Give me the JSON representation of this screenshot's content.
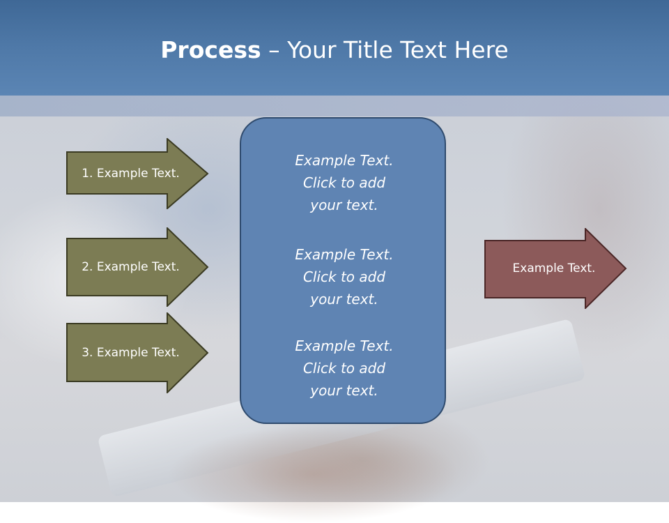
{
  "slide": {
    "title_bold": "Process",
    "title_rest": " – Your Title Text Here"
  },
  "left_arrows": [
    {
      "label": "1. Example Text."
    },
    {
      "label": "2. Example Text."
    },
    {
      "label": "3. Example Text."
    }
  ],
  "center_box": {
    "blocks": [
      {
        "line1": "Example Text.",
        "line2": "Click  to add",
        "line3": "your text."
      },
      {
        "line1": "Example Text.",
        "line2": "Click  to add",
        "line3": "your text."
      },
      {
        "line1": "Example Text.",
        "line2": "Click  to add",
        "line3": "your text."
      }
    ]
  },
  "right_arrow": {
    "label": "Example Text."
  },
  "colors": {
    "title_bar": "#4f79a8",
    "left_arrow_fill": "#7c7c54",
    "center_box_fill": "#5f84b3",
    "right_arrow_fill": "#8c5a5a"
  }
}
